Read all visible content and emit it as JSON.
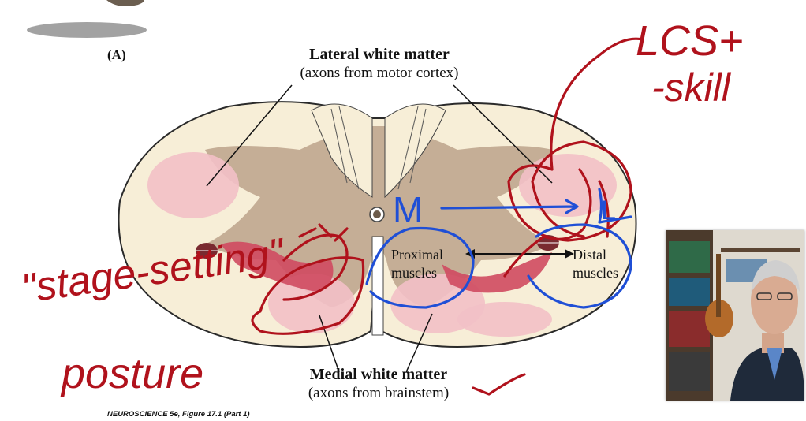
{
  "figure": {
    "panel_label": "(A)",
    "lateral_title": "Lateral white matter",
    "lateral_subtitle": "(axons from motor cortex)",
    "medial_title": "Medial white matter",
    "medial_subtitle": "(axons from brainstem)",
    "proximal_label": [
      "Proximal",
      "muscles"
    ],
    "distal_label": [
      "Distal",
      "muscles"
    ],
    "caption": "NEUROSCIENCE 5e, Figure 17.1 (Part 1)"
  },
  "annotations": {
    "ink_red": "#b0121c",
    "ink_blue": "#1f4fd6",
    "handwriting": [
      {
        "text": "LCS+"
      },
      {
        "text": "-skill"
      },
      {
        "text": "\"stage-setting\""
      },
      {
        "text": "posture"
      },
      {
        "text": "M"
      },
      {
        "text": "L"
      }
    ]
  },
  "colors": {
    "white_matter": "#f7eed7",
    "gray_matter": "#bca28b",
    "motor_pools": "#f2c0c6",
    "neurons": "#cf4a60"
  },
  "webcam": {
    "subject": "presenter video feed"
  }
}
